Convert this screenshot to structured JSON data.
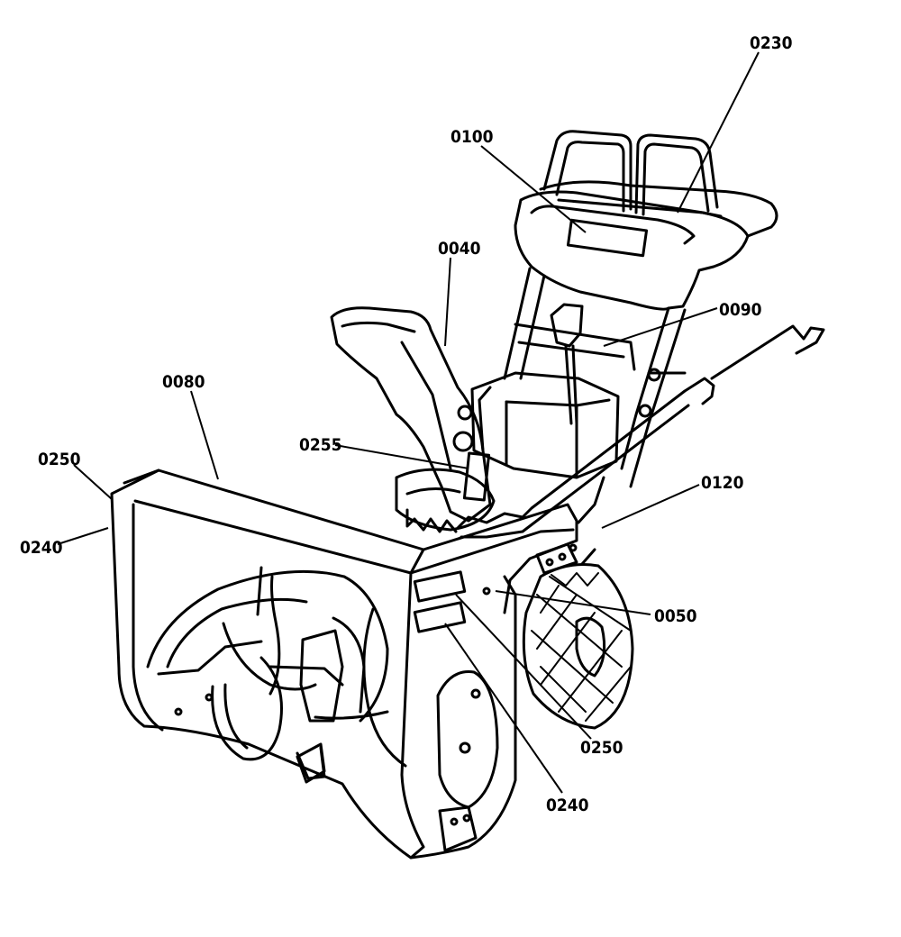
{
  "diagram": {
    "callouts": [
      {
        "id": "c-0230",
        "label": "0230"
      },
      {
        "id": "c-0100",
        "label": "0100"
      },
      {
        "id": "c-0040",
        "label": "0040"
      },
      {
        "id": "c-0090",
        "label": "0090"
      },
      {
        "id": "c-0080",
        "label": "0080"
      },
      {
        "id": "c-0255",
        "label": "0255"
      },
      {
        "id": "c-0250a",
        "label": "0250"
      },
      {
        "id": "c-0240a",
        "label": "0240"
      },
      {
        "id": "c-0120",
        "label": "0120"
      },
      {
        "id": "c-0050",
        "label": "0050"
      },
      {
        "id": "c-0250b",
        "label": "0250"
      },
      {
        "id": "c-0240b",
        "label": "0240"
      }
    ]
  }
}
